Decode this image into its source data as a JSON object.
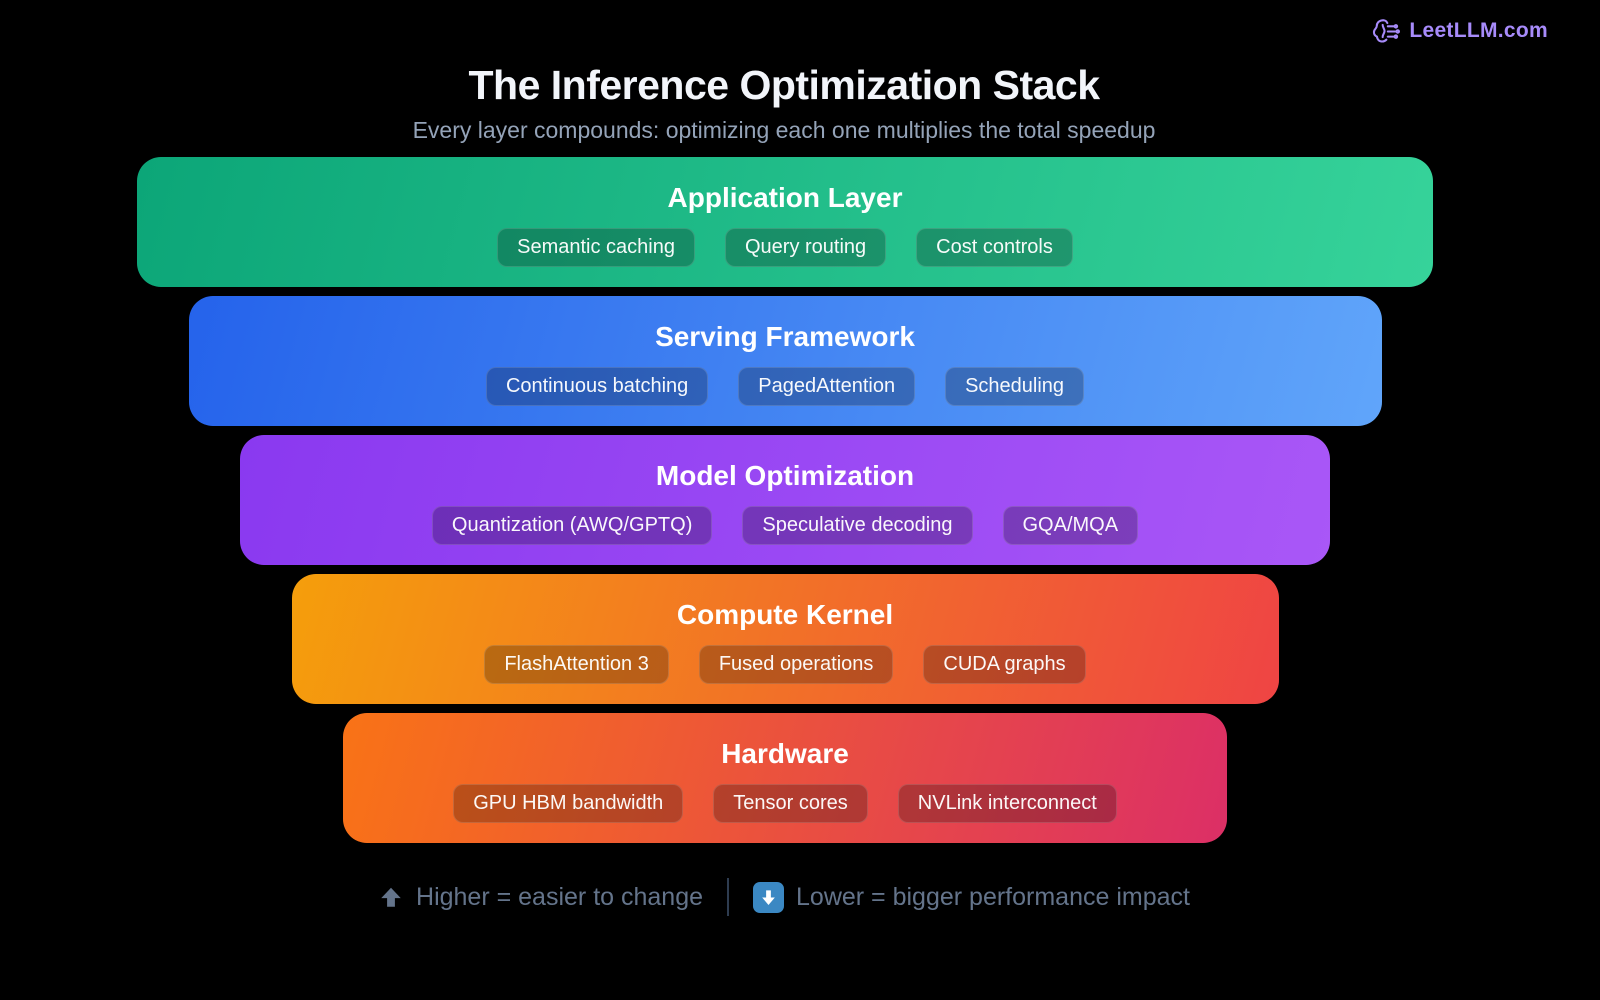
{
  "brand": {
    "name": "LeetLLM.com",
    "icon": "brain-circuit-icon",
    "color": "#a78bfa"
  },
  "header": {
    "title": "The Inference Optimization Stack",
    "subtitle": "Every layer compounds: optimizing each one multiplies the total speedup"
  },
  "layers": [
    {
      "title": "Application Layer",
      "tags": [
        "Semantic caching",
        "Query routing",
        "Cost controls"
      ],
      "gradient_from": "#0ca678",
      "gradient_to": "#36d39a"
    },
    {
      "title": "Serving Framework",
      "tags": [
        "Continuous batching",
        "PagedAttention",
        "Scheduling"
      ],
      "gradient_from": "#2563eb",
      "gradient_to": "#60a5fa"
    },
    {
      "title": "Model Optimization",
      "tags": [
        "Quantization (AWQ/GPTQ)",
        "Speculative decoding",
        "GQA/MQA"
      ],
      "gradient_from": "#8a39f0",
      "gradient_to": "#a957f7"
    },
    {
      "title": "Compute Kernel",
      "tags": [
        "FlashAttention 3",
        "Fused operations",
        "CUDA graphs"
      ],
      "gradient_from": "#f59e0b",
      "gradient_to": "#ef4444"
    },
    {
      "title": "Hardware",
      "tags": [
        "GPU HBM bandwidth",
        "Tensor cores",
        "NVLink interconnect"
      ],
      "gradient_from": "#f97316",
      "gradient_to": "#dc2f66"
    }
  ],
  "legend": {
    "higher_label": "Higher = easier to change",
    "higher_icon": "arrow-up-icon",
    "lower_label": "Lower = bigger performance impact",
    "lower_icon": "arrow-down-icon",
    "lower_icon_bg": "#3b88c3",
    "text_color": "#64748b"
  },
  "colors": {
    "background": "#000000",
    "title": "#f2f5fa",
    "subtitle": "#94a3b8",
    "brand_accent": "#a78bfa"
  }
}
